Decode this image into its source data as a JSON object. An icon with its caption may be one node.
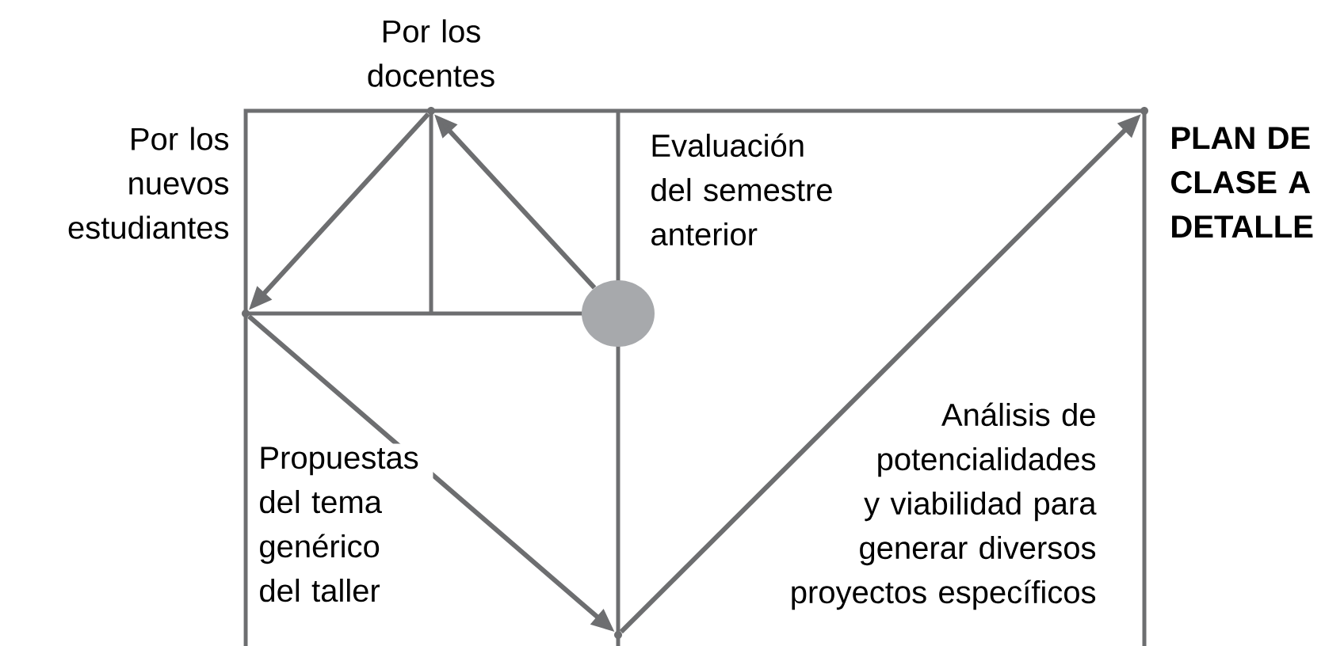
{
  "diagram": {
    "nodes": [
      {
        "text": [],
        "shape": "point",
        "beside": [
          "Por los docentes"
        ]
      },
      {
        "text": [],
        "shape": "point",
        "beside": [
          "Por los nuevos estudiantes"
        ]
      },
      {
        "text": [],
        "shape": "circle"
      },
      {
        "text": [],
        "shape": "point",
        "beside": [
          "**PLAN DE CLASE A DETALLE**"
        ]
      },
      {
        "text": [],
        "shape": "point"
      }
    ],
    "edges": [
      {
        "from": 2,
        "to": 0,
        "arrow": "to"
      },
      {
        "from": 0,
        "to": 1,
        "arrow": "to"
      },
      {
        "from": 1,
        "to": 4,
        "arrow": "to",
        "label": "Propuestas del tema genérico del taller"
      },
      {
        "from": 4,
        "to": 3,
        "arrow": "to",
        "label": "Análisis de potencialidades y viabilidad para generar diversos proyectos específicos"
      }
    ],
    "labels": [
      "Evaluación del semestre anterior"
    ]
  }
}
